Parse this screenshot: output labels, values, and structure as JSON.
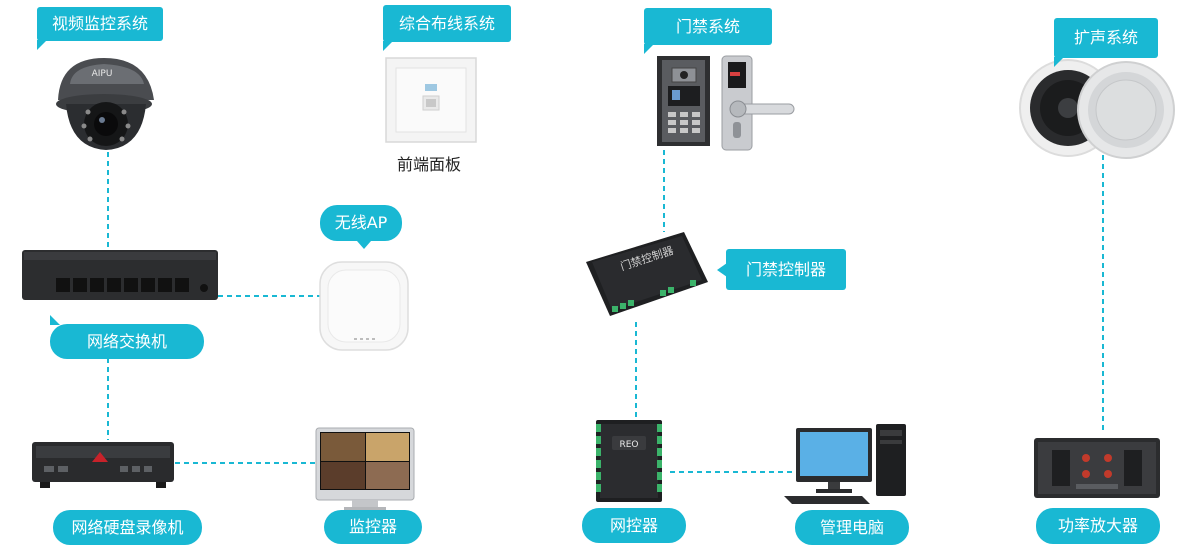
{
  "labels": {
    "video_system": "视频监控系统",
    "cabling_system": "综合布线系统",
    "access_system": "门禁系统",
    "pa_system": "扩声系统",
    "front_panel": "前端面板",
    "wireless_ap": "无线AP",
    "access_controller": "门禁控制器",
    "switch": "网络交换机",
    "nvr": "网络硬盘录像机",
    "monitor": "监控器",
    "net_controller": "网控器",
    "mgmt_pc": "管理电脑",
    "amplifier": "功率放大器"
  },
  "devices": {
    "camera_brand": "AIPU",
    "controller_brand": "REO",
    "controller_face_text": "门禁控制器"
  },
  "colors": {
    "accent": "#19b8d3",
    "dashed_line": "#19b8d3"
  },
  "icons": [
    "dome-camera-icon",
    "wall-panel-icon",
    "door-intercom-icon",
    "door-lock-icon",
    "ceiling-speaker-icon",
    "network-switch-icon",
    "wireless-ap-icon",
    "access-controller-icon",
    "nvr-icon",
    "imac-monitor-icon",
    "net-controller-icon",
    "desktop-pc-icon",
    "power-amplifier-icon"
  ]
}
